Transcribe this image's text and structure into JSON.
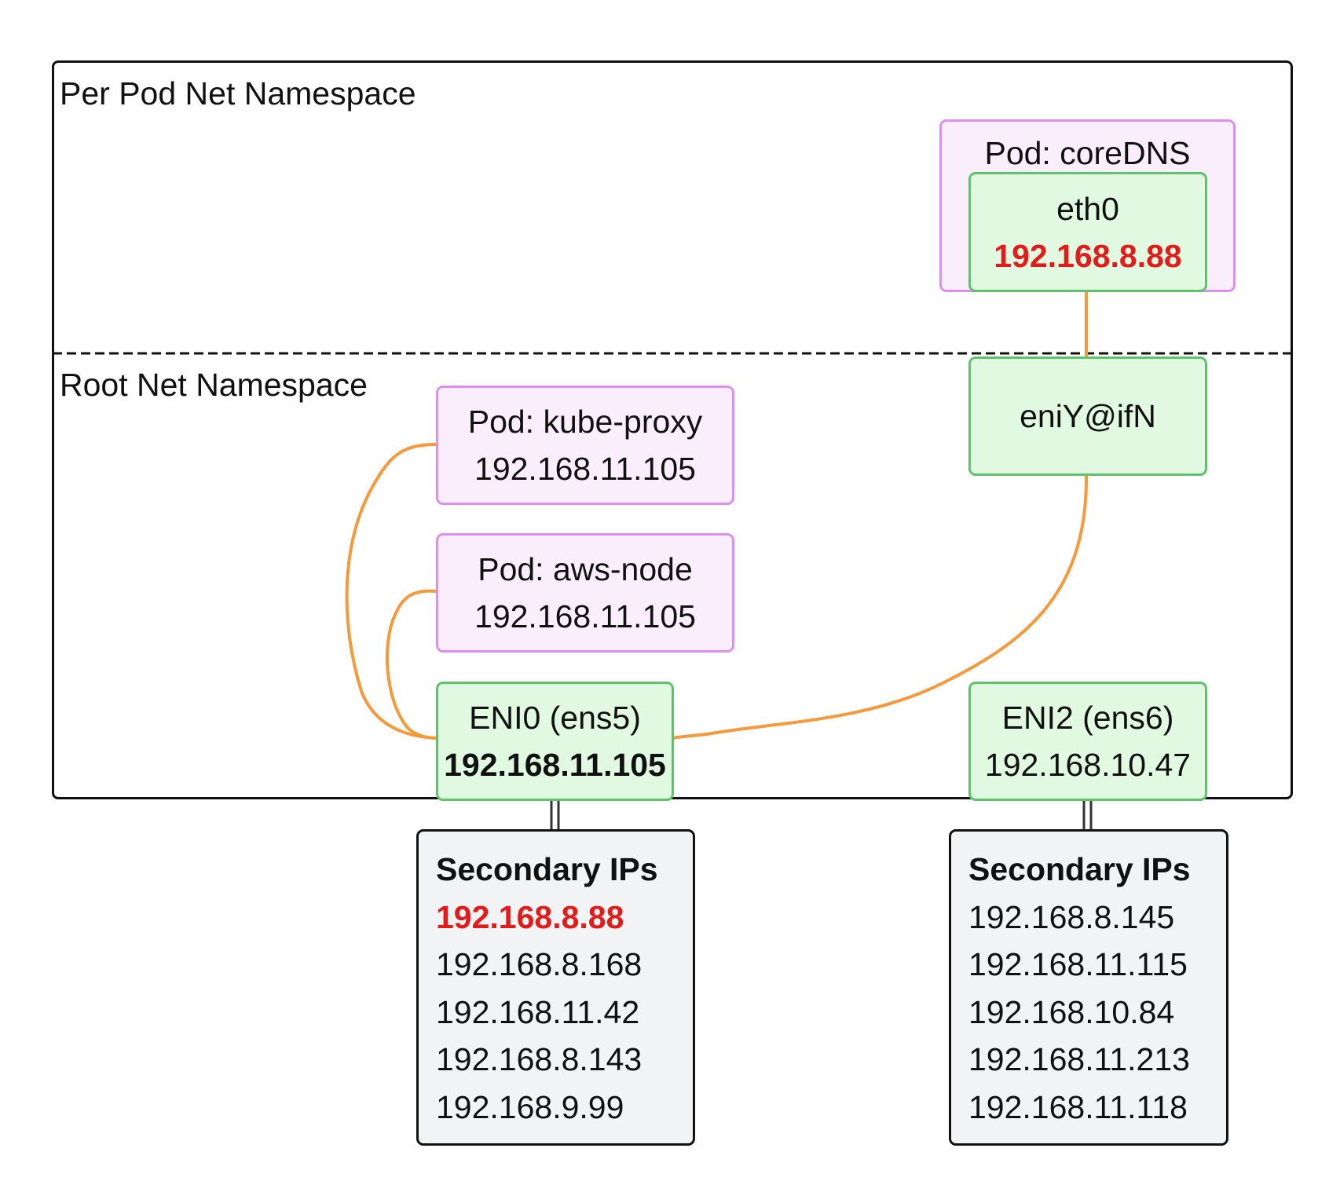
{
  "namespaces": {
    "per_pod": "Per Pod Net Namespace",
    "root": "Root Net Namespace"
  },
  "pods": {
    "coredns": {
      "label": "Pod: coreDNS",
      "iface": "eth0",
      "ip": "192.168.8.88"
    },
    "kube_proxy": {
      "label": "Pod: kube-proxy",
      "ip": "192.168.11.105"
    },
    "aws_node": {
      "label": "Pod: aws-node",
      "ip": "192.168.11.105"
    }
  },
  "interfaces": {
    "veth": {
      "label": "eniY@ifN"
    },
    "eni0": {
      "label": "ENI0 (ens5)",
      "ip": "192.168.11.105"
    },
    "eni2": {
      "label": "ENI2 (ens6)",
      "ip": "192.168.10.47"
    }
  },
  "secondary_ips": {
    "eni0": {
      "title": "Secondary IPs",
      "ips": [
        "192.168.8.88",
        "192.168.8.168",
        "192.168.11.42",
        "192.168.8.143",
        "192.168.9.99"
      ]
    },
    "eni2": {
      "title": "Secondary IPs",
      "ips": [
        "192.168.8.145",
        "192.168.11.115",
        "192.168.10.84",
        "192.168.11.213",
        "192.168.11.118"
      ]
    }
  },
  "colors": {
    "pod_fill": "#fbeefc",
    "pod_border": "#dd8ef0",
    "iface_fill": "#e2f9e1",
    "iface_border": "#5ec46a",
    "link": "#f5993a",
    "highlight": "#e21b1b",
    "ipbox_fill": "#f2f3f5"
  }
}
